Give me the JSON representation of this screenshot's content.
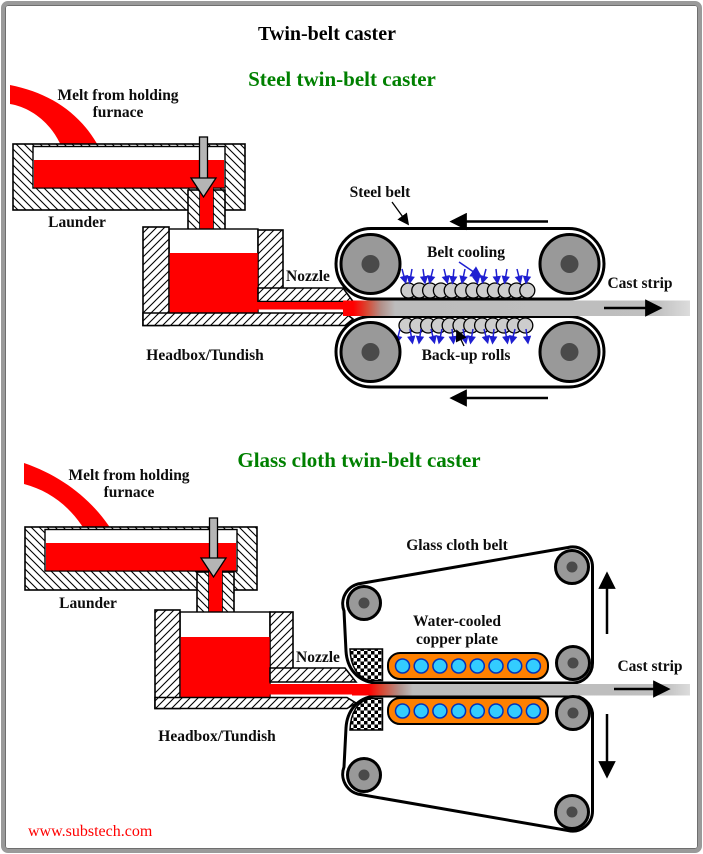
{
  "page": {
    "title": "Twin-belt caster",
    "watermark": "www.substech.com"
  },
  "steel_caster": {
    "heading": "Steel twin-belt caster",
    "labels": {
      "melt_source_line1": "Melt from holding",
      "melt_source_line2": "furnace",
      "launder": "Launder",
      "nozzle": "Nozzle",
      "headbox": "Headbox/Tundish",
      "belt": "Steel belt",
      "belt_cooling": "Belt cooling",
      "backup_rolls": "Back-up rolls",
      "cast_strip": "Cast strip"
    }
  },
  "glass_caster": {
    "heading": "Glass cloth twin-belt caster",
    "labels": {
      "melt_source_line1": "Melt from holding",
      "melt_source_line2": "furnace",
      "launder": "Launder",
      "nozzle": "Nozzle",
      "headbox": "Headbox/Tundish",
      "belt": "Glass cloth belt",
      "copper_plate_line1": "Water-cooled",
      "copper_plate_line2": "copper plate",
      "cast_strip": "Cast strip"
    }
  },
  "colors": {
    "melt": "#ff0000",
    "heading-green": "#008000",
    "pulley": "#999999",
    "hub": "#4a4a4a",
    "copper": "#ff8000",
    "coolant": "#33ccff",
    "spray": "#1f1fd1"
  }
}
